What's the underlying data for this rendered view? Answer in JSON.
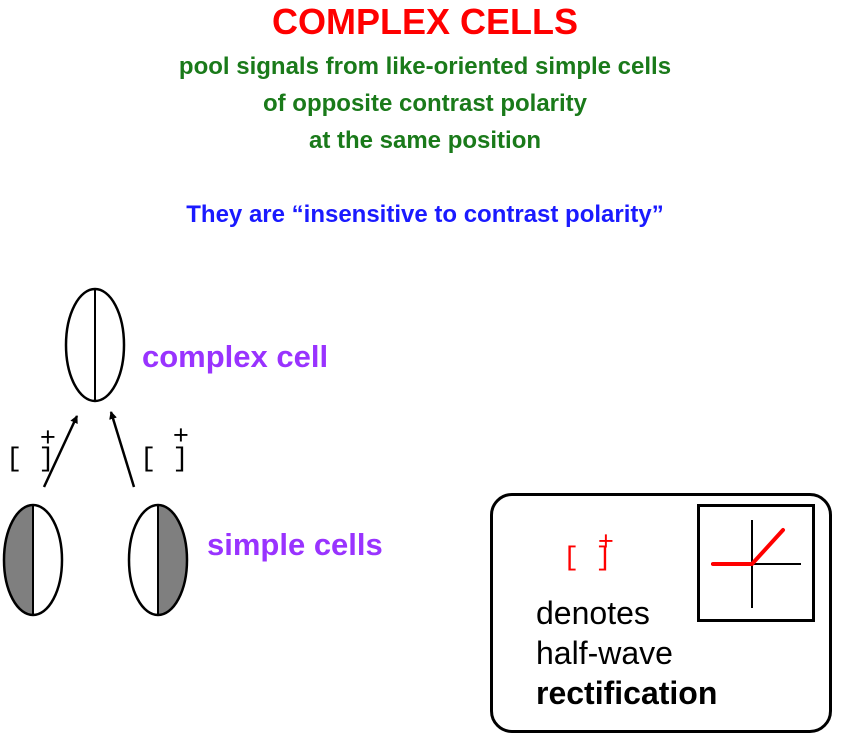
{
  "title": "COMPLEX CELLS",
  "subtitle_lines": [
    "pool signals from like-oriented simple cells",
    "of opposite contrast polarity",
    "at the same position"
  ],
  "note": "They are “insensitive to contrast polarity”",
  "labels": {
    "complex_cell": "complex cell",
    "simple_cells": "simple cells"
  },
  "rectifier": {
    "bracket": "[ ]",
    "sup": "+"
  },
  "legend": {
    "bracket": "[ ]",
    "sup": "+",
    "line1": "denotes",
    "line2": "half-wave",
    "line3": "rectification"
  },
  "colors": {
    "title": "#ff0000",
    "subtitle": "#1a7a1a",
    "note": "#1a1aff",
    "labels": "#9933ff",
    "legend_bracket": "#ff0000",
    "cell_fill_dark": "#7f7f7f",
    "rectifier_curve": "#ff0000"
  }
}
